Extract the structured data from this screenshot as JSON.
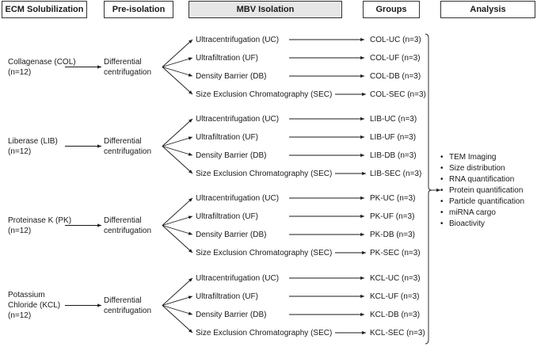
{
  "headers": {
    "ecm": "ECM Solubilization",
    "pre": "Pre-isolation",
    "mbv": "MBV Isolation",
    "groups": "Groups",
    "analysis": "Analysis"
  },
  "differential": "Differential\ncentrifugation",
  "blocks": [
    {
      "solubilization": "Collagenase (COL)\n(n=12)",
      "methods": [
        "Ultracentrifugation (UC)",
        "Ultrafiltration (UF)",
        "Density Barrier (DB)",
        "Size Exclusion Chromatography (SEC)"
      ],
      "groups": [
        "COL-UC (n=3)",
        "COL-UF (n=3)",
        "COL-DB (n=3)",
        "COL-SEC (n=3)"
      ]
    },
    {
      "solubilization": "Liberase (LIB)\n(n=12)",
      "methods": [
        "Ultracentrifugation (UC)",
        "Ultrafiltration (UF)",
        "Density Barrier (DB)",
        "Size Exclusion Chromatography (SEC)"
      ],
      "groups": [
        "LIB-UC (n=3)",
        "LIB-UF (n=3)",
        "LIB-DB (n=3)",
        "LIB-SEC (n=3)"
      ]
    },
    {
      "solubilization": "Proteinase K (PK)\n(n=12)",
      "methods": [
        "Ultracentrifugation (UC)",
        "Ultrafiltration (UF)",
        "Density Barrier (DB)",
        "Size Exclusion Chromatography (SEC)"
      ],
      "groups": [
        "PK-UC (n=3)",
        "PK-UF (n=3)",
        "PK-DB (n=3)",
        "PK-SEC (n=3)"
      ]
    },
    {
      "solubilization": "Potassium\nChloride (KCL)\n(n=12)",
      "methods": [
        "Ultracentrifugation (UC)",
        "Ultrafiltration (UF)",
        "Density Barrier (DB)",
        "Size Exclusion Chromatography (SEC)"
      ],
      "groups": [
        "KCL-UC (n=3)",
        "KCL-UF (n=3)",
        "KCL-DB (n=3)",
        "KCL-SEC (n=3)"
      ]
    }
  ],
  "analysis_items": [
    "TEM Imaging",
    "Size distribution",
    "RNA quantification",
    "Protein quantification",
    "Particle quantification",
    "miRNA cargo",
    "Bioactivity"
  ]
}
